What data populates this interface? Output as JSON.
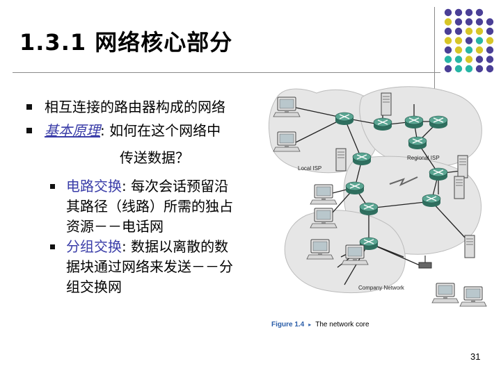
{
  "title": "1.3.1 网络核心部分",
  "bullets": [
    {
      "text": "相互连接的路由器构成的网络"
    },
    {
      "term": "基本原理",
      "colon": ":",
      "line1": "如何在这个网络中",
      "line2": "传送数据？"
    }
  ],
  "sub_bullets": [
    {
      "term": "电路交换",
      "colon": ":",
      "lines": [
        "每次会话预留沿",
        "其路径（线路）所需的独占",
        "资源－－电话网"
      ]
    },
    {
      "term": "分组交换",
      "colon": ":",
      "lines": [
        "数据以离散的数",
        "据块通过网络来发送－－分",
        "组交换网"
      ]
    }
  ],
  "diagram": {
    "labels": {
      "local_isp": "Local ISP",
      "regional_isp": "Regional ISP",
      "company_network": "Company Network"
    }
  },
  "caption": {
    "figure": "Figure 1.4",
    "marker": "▸",
    "text": "The network core"
  },
  "page_number": "31",
  "colors": {
    "purple": "#4a3f96",
    "yellow": "#d7c627",
    "teal": "#27b5a5",
    "link_blue": "#3a3da8"
  }
}
